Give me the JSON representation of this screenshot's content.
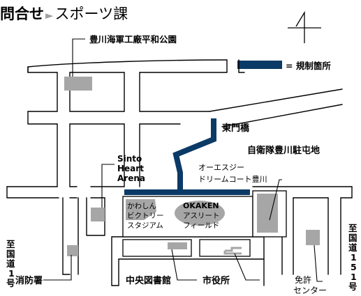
{
  "header": {
    "title_part": "問合せ",
    "separator": "►",
    "department": "スポーツ課"
  },
  "legend": {
    "label": "= 規制箇所",
    "color": "#0b3a66"
  },
  "north_mark": "4",
  "labels": {
    "park": "豊川海軍工廠平和公園",
    "sinto_1": "Sinto",
    "sinto_2": "Heart",
    "sinto_3": "Arena",
    "higashimon": "東門橋",
    "sdf": "自衛隊豊川駐屯地",
    "oe_1": "オーエスジー",
    "oe_2": "ドリームコート豊川",
    "kawashin_1": "かわしん",
    "kawashin_2": "ビクトリー",
    "kawashin_3": "スタジアム",
    "okaken_1": "OKAKEN",
    "okaken_2": "アスリート",
    "okaken_3": "フィールド",
    "fire": "消防署",
    "library": "中央図書館",
    "cityhall": "市役所",
    "license_1": "免許",
    "license_2": "センター",
    "route1": [
      "至",
      "国",
      "道",
      "1",
      "号"
    ],
    "route151": [
      "至",
      "国",
      "道",
      "1",
      "5",
      "1",
      "号"
    ]
  },
  "colors": {
    "building": "#a6a6a6",
    "road_line": "#000000",
    "restriction": "#0b3a66",
    "arrow": "#a0a0a0"
  }
}
